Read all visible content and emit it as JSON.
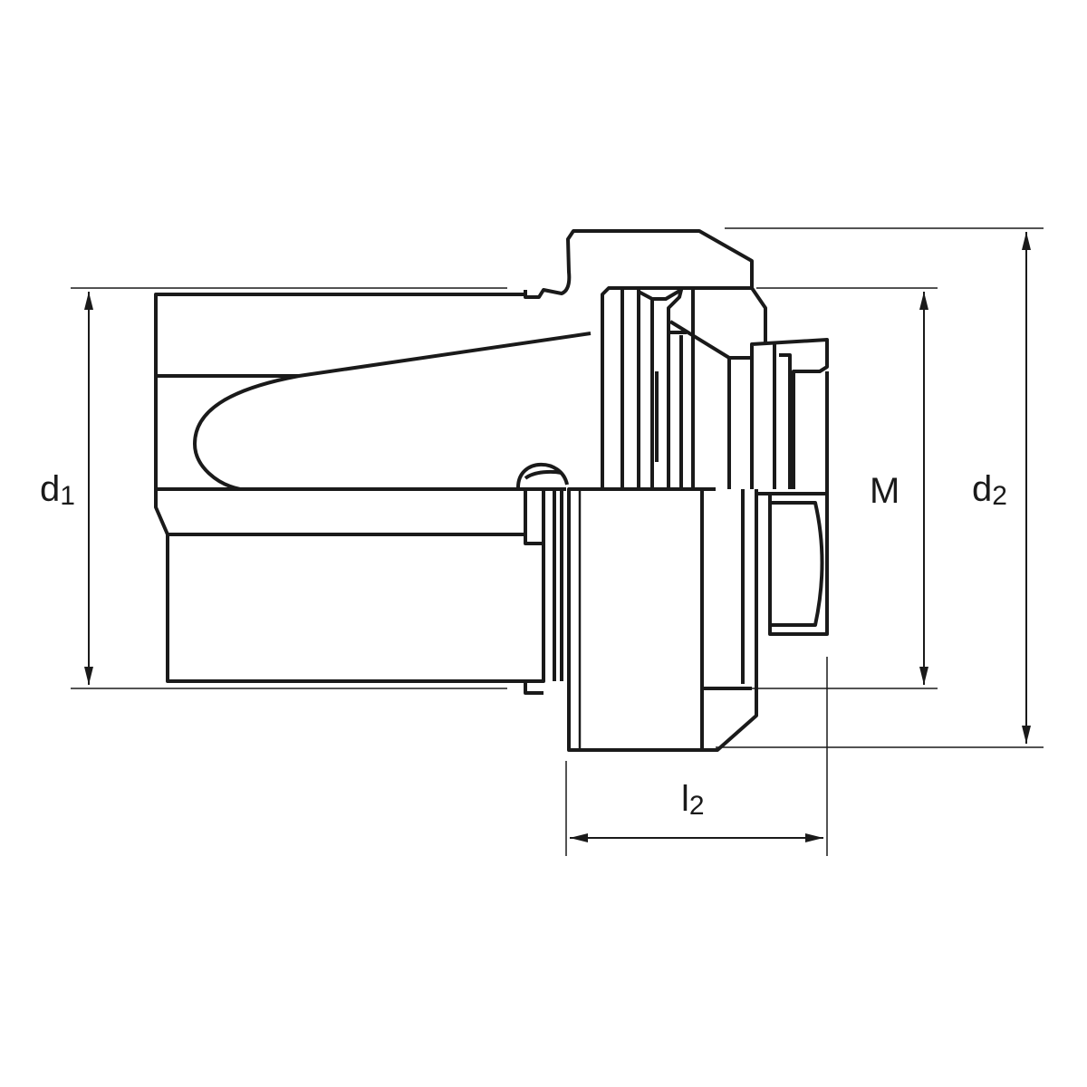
{
  "drawing": {
    "labels": {
      "d1_main": "d",
      "d1_sub": "1",
      "M": "M",
      "d2_main": "d",
      "d2_sub": "2",
      "l2_main": "l",
      "l2_sub": "2"
    },
    "line_color": "#1a1a1a"
  }
}
